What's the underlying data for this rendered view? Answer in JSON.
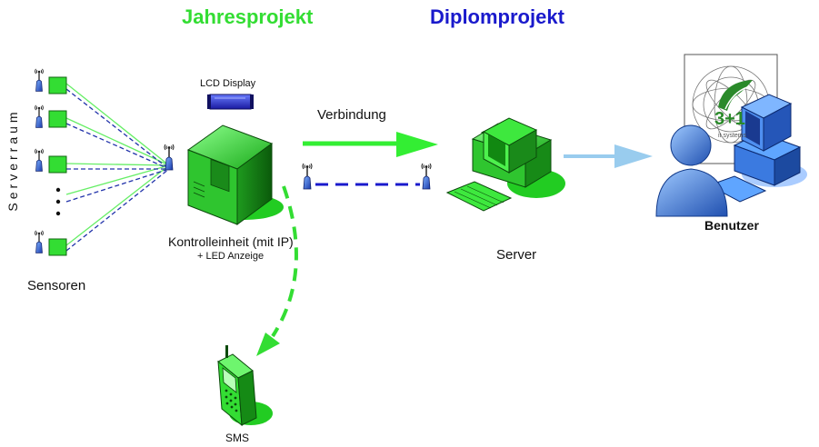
{
  "titles": {
    "left": "Jahresprojekt",
    "right": "Diplomprojekt"
  },
  "labels": {
    "serverraum": "Serverraum",
    "sensoren": "Sensoren",
    "lcd_display": "LCD Display",
    "kontrolleinheit": "Kontrolleinheit (mit IP)",
    "led_anzeige": "+ LED Anzeige",
    "verbindung": "Verbindung",
    "server": "Server",
    "benutzer": "Benutzer",
    "sms": "SMS",
    "logo_text": "3+1",
    "logo_subtext": "it systems"
  },
  "colors": {
    "jahresprojekt_green": "#33dd33",
    "diplomprojekt_blue": "#1a1acc",
    "device_green": "#33dd33",
    "antenna_blue": "#2233aa",
    "arrow_lightblue": "#99ccee",
    "shadow_green": "#11cc11"
  },
  "icons": [
    "antenna-icon",
    "sensor-icon",
    "lcd-display-icon",
    "control-unit-icon",
    "server-computer-icon",
    "user-person-icon",
    "mobile-phone-icon",
    "company-logo-icon"
  ]
}
